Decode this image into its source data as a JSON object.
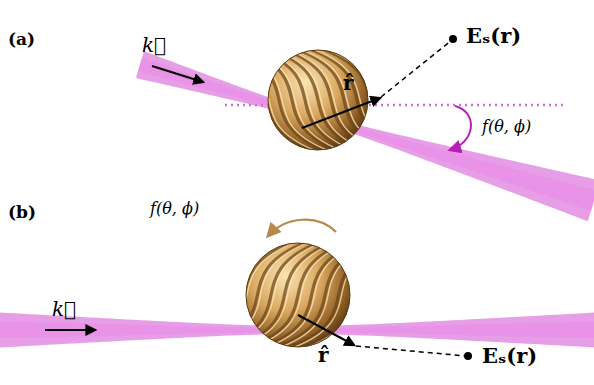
{
  "diagram": {
    "labels": [
      "(a)",
      "k⃗",
      "r̂",
      "Eₛ(r)",
      "f(θ, ϕ)",
      "(b)",
      "f(θ, ϕ)",
      "k⃗",
      "r̂",
      "Eₛ(r)"
    ]
  }
}
